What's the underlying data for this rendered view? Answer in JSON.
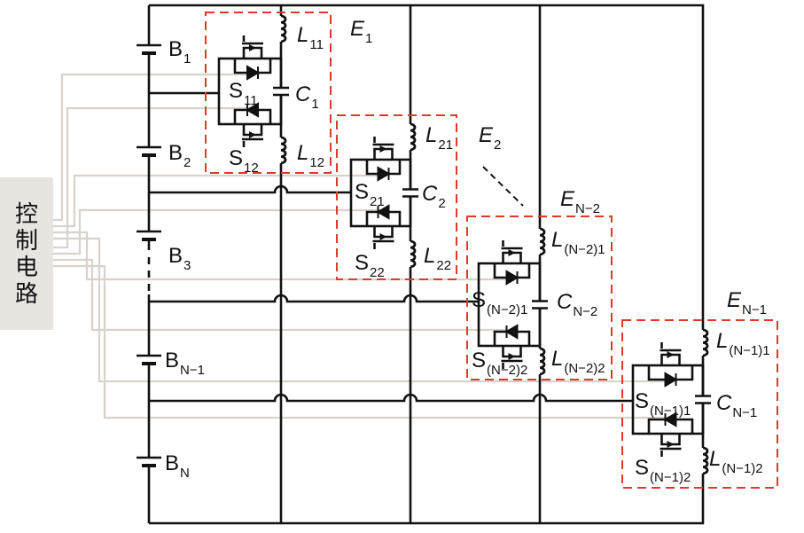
{
  "control_box": {
    "label": [
      "控",
      "制",
      "电",
      "路"
    ],
    "color": "#e8e4e0"
  },
  "colors": {
    "wire": "#111111",
    "module_box": "#e0392b",
    "control_wire": "#d8d2cc"
  },
  "batteries": [
    {
      "base": "B",
      "sub": "1"
    },
    {
      "base": "B",
      "sub": "2"
    },
    {
      "base": "B",
      "sub": "3"
    },
    {
      "base": "B",
      "sub": "N−1"
    },
    {
      "base": "B",
      "sub": "N"
    }
  ],
  "modules": [
    {
      "E": {
        "base": "E",
        "sub": "1"
      },
      "L1": {
        "base": "L",
        "sub": "11"
      },
      "C": {
        "base": "C",
        "sub": "1"
      },
      "L2": {
        "base": "L",
        "sub": "12"
      },
      "S1": {
        "base": "S",
        "sub": "11"
      },
      "S2": {
        "base": "S",
        "sub": "12"
      }
    },
    {
      "E": {
        "base": "E",
        "sub": "2"
      },
      "L1": {
        "base": "L",
        "sub": "21"
      },
      "C": {
        "base": "C",
        "sub": "2"
      },
      "L2": {
        "base": "L",
        "sub": "22"
      },
      "S1": {
        "base": "S",
        "sub": "21"
      },
      "S2": {
        "base": "S",
        "sub": "22"
      }
    },
    {
      "E": {
        "base": "E",
        "sub": "N−2"
      },
      "L1": {
        "base": "L",
        "sub": "(N−2)1"
      },
      "C": {
        "base": "C",
        "sub": "N−2"
      },
      "L2": {
        "base": "L",
        "sub": "(N−2)2"
      },
      "S1": {
        "base": "S",
        "sub": "(N−2)1"
      },
      "S2": {
        "base": "S",
        "sub": "(N−2)2"
      }
    },
    {
      "E": {
        "base": "E",
        "sub": "N−1"
      },
      "L1": {
        "base": "L",
        "sub": "(N−1)1"
      },
      "C": {
        "base": "C",
        "sub": "N−1"
      },
      "L2": {
        "base": "L",
        "sub": "(N−1)2"
      },
      "S1": {
        "base": "S",
        "sub": "(N−1)1"
      },
      "S2": {
        "base": "S",
        "sub": "(N−1)2"
      }
    }
  ]
}
